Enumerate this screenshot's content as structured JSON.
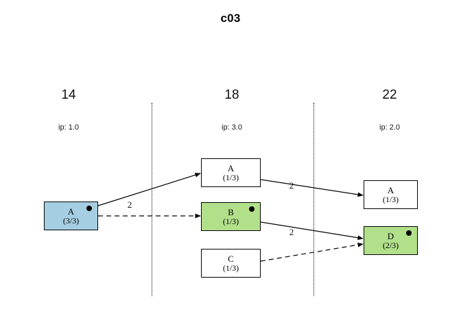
{
  "diagram": {
    "title": "c03",
    "type": "temporal-transition-graph",
    "colors": {
      "node_blue": "#a6cee3",
      "node_green": "#b2df8a",
      "node_white": "#ffffff",
      "stroke": "#000000",
      "background": "#ffffff"
    },
    "columns": [
      {
        "id": "col-14",
        "label": "14",
        "ip_label": "ip: 1.0"
      },
      {
        "id": "col-18",
        "label": "18",
        "ip_label": "ip: 3.0"
      },
      {
        "id": "col-22",
        "label": "22",
        "ip_label": "ip: 2.0"
      }
    ],
    "nodes": [
      {
        "id": "n-14-A",
        "name": "A",
        "count": "(3/3)",
        "color": "blue",
        "marker": "dot",
        "column": "col-14"
      },
      {
        "id": "n-18-A",
        "name": "A",
        "count": "(1/3)",
        "color": "white",
        "marker": "none",
        "column": "col-18"
      },
      {
        "id": "n-18-B",
        "name": "B",
        "count": "(1/3)",
        "color": "green",
        "marker": "dot",
        "column": "col-18"
      },
      {
        "id": "n-18-C",
        "name": "C",
        "count": "(1/3)",
        "color": "white",
        "marker": "none",
        "column": "col-18"
      },
      {
        "id": "n-22-A",
        "name": "A",
        "count": "(1/3)",
        "color": "white",
        "marker": "none",
        "column": "col-22"
      },
      {
        "id": "n-22-D",
        "name": "D",
        "count": "(2/3)",
        "color": "green",
        "marker": "dot",
        "column": "col-22"
      }
    ],
    "edges": [
      {
        "id": "e1",
        "from": "n-14-A",
        "to": "n-18-A",
        "style": "solid",
        "label": "2"
      },
      {
        "id": "e2",
        "from": "n-14-A",
        "to": "n-18-B",
        "style": "dashed",
        "label": ""
      },
      {
        "id": "e3",
        "from": "n-18-A",
        "to": "n-22-A",
        "style": "solid",
        "label": "2"
      },
      {
        "id": "e4",
        "from": "n-18-B",
        "to": "n-22-D",
        "style": "solid",
        "label": "2"
      },
      {
        "id": "e5",
        "from": "n-18-C",
        "to": "n-22-D",
        "style": "dashed",
        "label": ""
      }
    ]
  }
}
